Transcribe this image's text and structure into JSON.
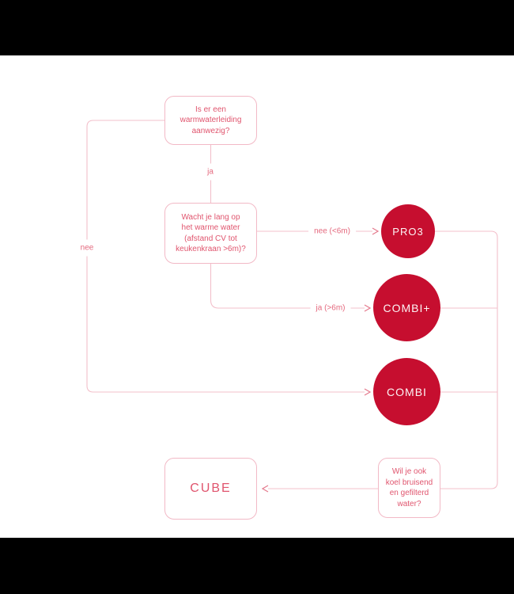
{
  "page": {
    "letterbox_color": "#000000",
    "content_bg": "#ffffff"
  },
  "colors": {
    "letterbox": "#000000",
    "content_bg": "#ffffff",
    "circle_fill": "#c60e2f",
    "circle_text": "#fcf3f4",
    "box_border": "#f2b9c6",
    "box_text": "#e0556e",
    "label_text": "#e4687d",
    "line": "#f3c0cb",
    "arrow": "#e4798c"
  },
  "flowchart": {
    "q1": {
      "lines": [
        "Is er een",
        "warmwaterleiding",
        "aanwezig?"
      ]
    },
    "q2": {
      "lines": [
        "Wacht je lang op",
        "het warme water",
        "(afstand CV tot",
        "keukenkraan >6m)?"
      ]
    },
    "q3": {
      "lines": [
        "Wil je ook",
        "koel bruisend",
        "en gefilterd",
        "water?"
      ]
    },
    "products": {
      "pro3": "PRO3",
      "combi_plus": "COMBI+",
      "combi": "COMBI",
      "cube": "CUBE"
    },
    "edge_labels": {
      "ja": "ja",
      "nee": "nee",
      "nee_lt6m": "nee (<6m)",
      "ja_gt6m": "ja (>6m)"
    }
  }
}
